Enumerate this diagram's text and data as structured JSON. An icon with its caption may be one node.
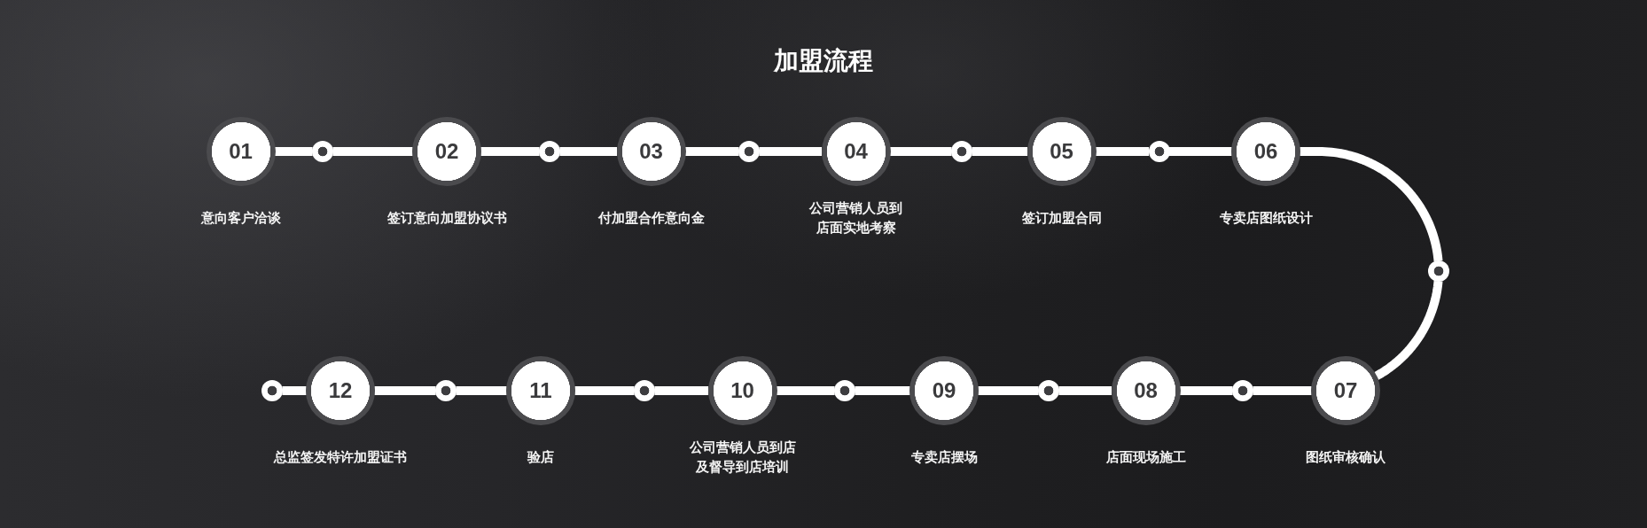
{
  "diagram": {
    "title": "加盟流程",
    "nodes": [
      {
        "text": [
          "01"
        ],
        "beside": [
          "意向客户洽谈"
        ]
      },
      {
        "text": [],
        "shape": "circle"
      },
      {
        "text": [
          "02"
        ],
        "beside": [
          "签订意向加盟协议书"
        ]
      },
      {
        "text": [],
        "shape": "circle"
      },
      {
        "text": [
          "03"
        ],
        "beside": [
          "付加盟合作意向金"
        ]
      },
      {
        "text": [],
        "shape": "circle"
      },
      {
        "text": [
          "04"
        ],
        "beside": [
          "公司营销人员到店面实地考察"
        ]
      },
      {
        "text": [],
        "shape": "circle"
      },
      {
        "text": [
          "05"
        ],
        "beside": [
          "签订加盟合同"
        ]
      },
      {
        "text": [],
        "shape": "circle"
      },
      {
        "text": [
          "06"
        ],
        "beside": [
          "专卖店图纸设计"
        ]
      },
      {
        "text": [],
        "shape": "circle"
      },
      {
        "text": [
          "07"
        ],
        "beside": [
          "图纸审核确认"
        ]
      },
      {
        "text": [],
        "shape": "circle"
      },
      {
        "text": [
          "08"
        ],
        "beside": [
          "店面现场施工"
        ]
      },
      {
        "text": [],
        "shape": "circle"
      },
      {
        "text": [
          "09"
        ],
        "beside": [
          "专卖店摆场"
        ]
      },
      {
        "text": [],
        "shape": "circle"
      },
      {
        "text": [
          "10"
        ],
        "beside": [
          "公司营销人员到店及督导到店培训"
        ]
      },
      {
        "text": [],
        "shape": "circle"
      },
      {
        "text": [
          "11"
        ],
        "beside": [
          "验店"
        ]
      },
      {
        "text": [],
        "shape": "circle"
      },
      {
        "text": [
          "12"
        ],
        "beside": [
          "总监签发特许加盟证书"
        ]
      },
      {
        "text": [],
        "shape": "circle"
      }
    ],
    "edges": [
      {
        "from": 0,
        "to": 1,
        "arrow": "none"
      },
      {
        "from": 1,
        "to": 2,
        "arrow": "none"
      },
      {
        "from": 2,
        "to": 3,
        "arrow": "none"
      },
      {
        "from": 3,
        "to": 4,
        "arrow": "none"
      },
      {
        "from": 4,
        "to": 5,
        "arrow": "none"
      },
      {
        "from": 5,
        "to": 6,
        "arrow": "none"
      },
      {
        "from": 6,
        "to": 7,
        "arrow": "none"
      },
      {
        "from": 7,
        "to": 8,
        "arrow": "none"
      },
      {
        "from": 8,
        "to": 9,
        "arrow": "none"
      },
      {
        "from": 9,
        "to": 10,
        "arrow": "none"
      },
      {
        "from": 10,
        "to": 11,
        "arrow": "none"
      },
      {
        "from": 11,
        "to": 12,
        "arrow": "none"
      },
      {
        "from": 12,
        "to": 13,
        "arrow": "none"
      },
      {
        "from": 13,
        "to": 14,
        "arrow": "none"
      },
      {
        "from": 14,
        "to": 15,
        "arrow": "none"
      },
      {
        "from": 15,
        "to": 16,
        "arrow": "none"
      },
      {
        "from": 16,
        "to": 17,
        "arrow": "none"
      },
      {
        "from": 17,
        "to": 18,
        "arrow": "none"
      },
      {
        "from": 18,
        "to": 19,
        "arrow": "none"
      },
      {
        "from": 19,
        "to": 20,
        "arrow": "none"
      },
      {
        "from": 20,
        "to": 21,
        "arrow": "none"
      },
      {
        "from": 21,
        "to": 22,
        "arrow": "none"
      },
      {
        "from": 22,
        "to": 23,
        "arrow": "none"
      }
    ]
  }
}
